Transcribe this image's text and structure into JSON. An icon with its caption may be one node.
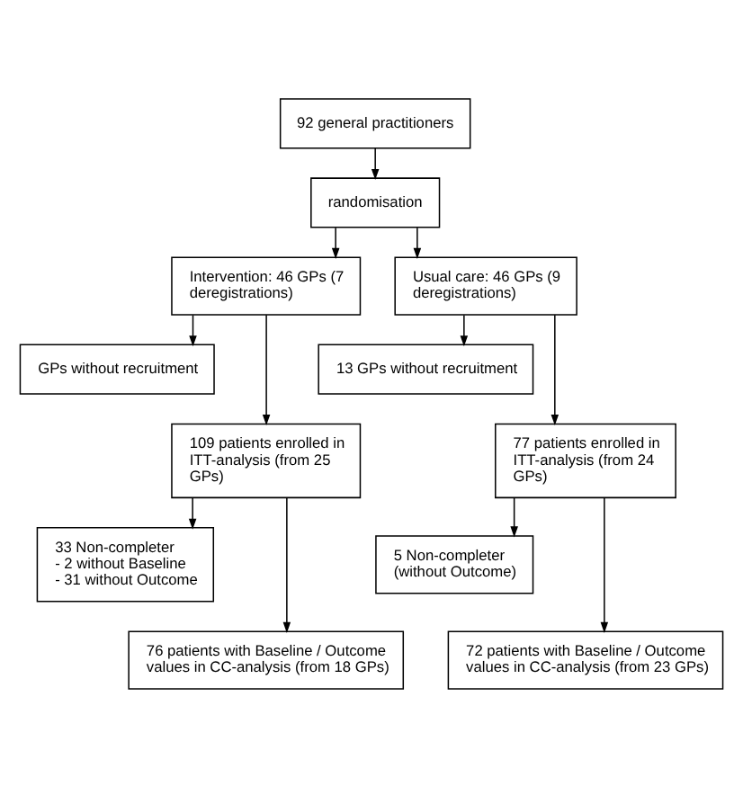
{
  "diagram": {
    "nodes": [
      {
        "text": [
          "92 general practitioners"
        ]
      },
      {
        "text": [
          "randomisation"
        ]
      },
      {
        "text": [
          "Intervention: 46 GPs (7 deregistrations)"
        ]
      },
      {
        "text": [
          "Usual care: 46 GPs (9 deregistrations)"
        ]
      },
      {
        "text": [
          "GPs without recruitment"
        ]
      },
      {
        "text": [
          "13 GPs without recruitment"
        ]
      },
      {
        "text": [
          "109 patients enrolled in ITT-analysis (from 25 GPs)"
        ]
      },
      {
        "text": [
          "77 patients enrolled in ITT-analysis (from 24 GPs)"
        ]
      },
      {
        "text": [
          "33 Non-completer - 2 without Baseline - 31 without Outcome"
        ]
      },
      {
        "text": [
          "5 Non-completer (without Outcome)"
        ]
      },
      {
        "text": [
          "76 patients with Baseline / Outcome values in CC-analysis (from 18 GPs)"
        ]
      },
      {
        "text": [
          "72 patients with Baseline / Outcome values in CC-analysis (from 23 GPs)"
        ]
      }
    ],
    "edges": [
      {
        "from": 0,
        "to": 1,
        "arrow": "to"
      },
      {
        "from": 1,
        "to": 2,
        "arrow": "to"
      },
      {
        "from": 1,
        "to": 3,
        "arrow": "to"
      },
      {
        "from": 2,
        "to": 4,
        "arrow": "to"
      },
      {
        "from": 2,
        "to": 6,
        "arrow": "to"
      },
      {
        "from": 3,
        "to": 5,
        "arrow": "to"
      },
      {
        "from": 3,
        "to": 7,
        "arrow": "to"
      },
      {
        "from": 6,
        "to": 8,
        "arrow": "to"
      },
      {
        "from": 6,
        "to": 10,
        "arrow": "to"
      },
      {
        "from": 7,
        "to": 9,
        "arrow": "to"
      },
      {
        "from": 7,
        "to": 11,
        "arrow": "to"
      }
    ]
  }
}
